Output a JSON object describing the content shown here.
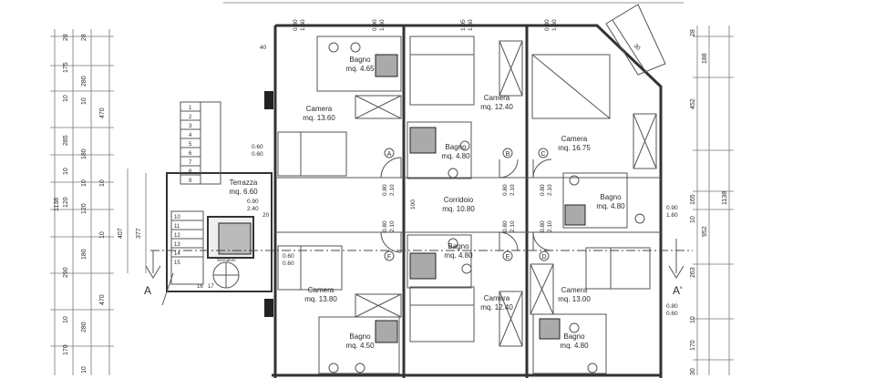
{
  "rooms": [
    {
      "name": "Bagno",
      "area": "mq. 4.65"
    },
    {
      "name": "Camera",
      "area": "mq. 12.40"
    },
    {
      "name": "Camera",
      "area": "mq. 13.60"
    },
    {
      "name": "Bagno",
      "area": "mq. 4.80"
    },
    {
      "name": "Camera",
      "area": "mq. 16.75"
    },
    {
      "name": "Terrazza",
      "area": "mq. 6.60"
    },
    {
      "name": "Corridoio",
      "area": "mq. 10.80"
    },
    {
      "name": "Bagno",
      "area": "mq. 4.80"
    },
    {
      "name": "Bagno",
      "area": "mq. 4.80"
    },
    {
      "name": "Camera",
      "area": "mq. 13.80"
    },
    {
      "name": "Camera",
      "area": "mq. 12.40"
    },
    {
      "name": "Camera",
      "area": "mq. 13.00"
    },
    {
      "name": "Bagno",
      "area": "mq. 4.50"
    },
    {
      "name": "Bagno",
      "area": "mq. 4.80"
    }
  ],
  "door_labels": [
    "A",
    "B",
    "C",
    "D",
    "E",
    "F"
  ],
  "section_labels": [
    "A",
    "A'"
  ],
  "opening_dims": [
    "0.80\n1.60",
    "0.90\n1.60",
    "1.05\n1.60",
    "0.80\n1.60",
    "0.60\n0.60",
    "0.90\n2.40",
    "0.80\n2.10",
    "0.90\n1.60",
    "0.60\n0.60",
    "0.80\n0.60",
    "0.80\n2.10"
  ],
  "left_dims": [
    "28",
    "175",
    "28",
    "280",
    "10",
    "470",
    "285",
    "10",
    "180",
    "10",
    "120",
    "10",
    "120",
    "10",
    "1138",
    "407",
    "377",
    "180",
    "10",
    "290",
    "470",
    "280",
    "10",
    "170",
    "10"
  ],
  "right_dims": [
    "28",
    "188",
    "452",
    "1138",
    "952",
    "165",
    "10",
    "263",
    "170",
    "10",
    "30"
  ],
  "misc_dims": [
    "40",
    "100",
    "20",
    "30"
  ],
  "stair_numbers": [
    "1",
    "2",
    "3",
    "4",
    "5",
    "6",
    "7",
    "8",
    "9",
    "10",
    "11",
    "12",
    "13",
    "14",
    "15",
    "16",
    "17"
  ],
  "small_labels": [
    "Sermatolo"
  ]
}
